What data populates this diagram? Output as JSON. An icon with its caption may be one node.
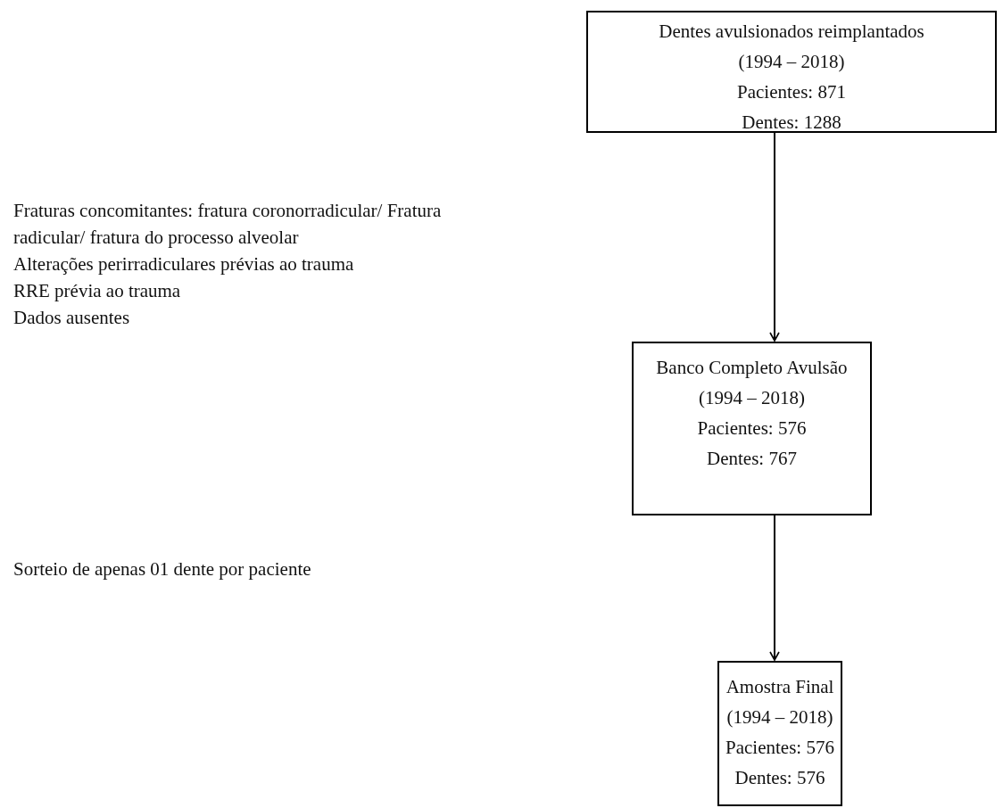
{
  "diagram": {
    "nodes": [
      {
        "text": [
          "Dentes avulsionados reimplantados",
          "(1994 – 2018)",
          "Pacientes: 871",
          "Dentes: 1288"
        ]
      },
      {
        "text": [
          "Banco Completo Avulsão",
          "(1994 – 2018)",
          "Pacientes: 576",
          "Dentes: 767"
        ]
      },
      {
        "text": [
          "Amostra Final",
          "(1994 – 2018)",
          "Pacientes: 576",
          "Dentes: 576"
        ]
      }
    ],
    "edges": [
      {
        "from": 0,
        "to": 1,
        "arrow": "to"
      },
      {
        "from": 1,
        "to": 2,
        "arrow": "to"
      }
    ],
    "labels": [
      "Fraturas concomitantes: fratura coronorradicular/ Fratura radicular/ fratura do processo alveolar",
      "Alterações perirradiculares prévias ao trauma",
      "RRE prévia ao trauma",
      "Dados ausentes",
      "Sorteio de apenas 01 dente por paciente"
    ]
  }
}
